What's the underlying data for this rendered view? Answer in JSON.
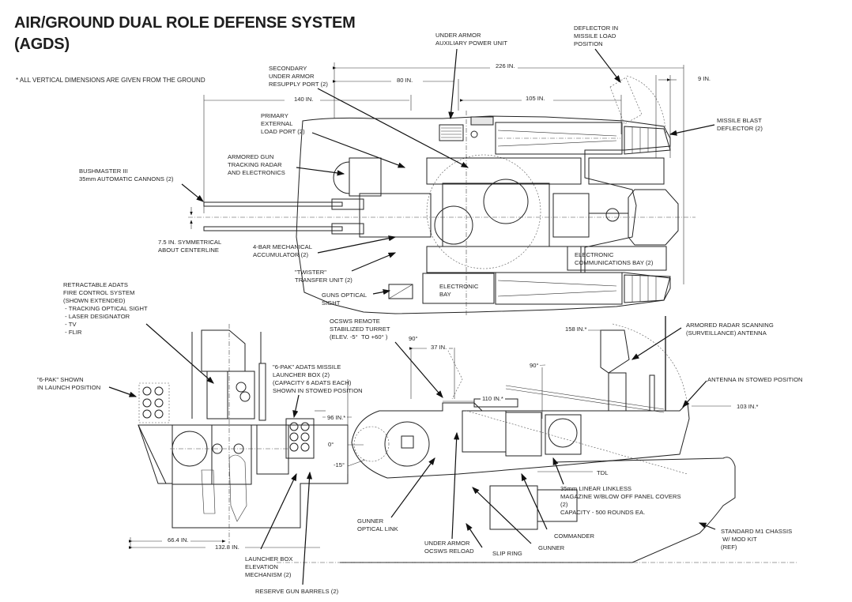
{
  "title": {
    "line1": "AIR/GROUND DUAL ROLE DEFENSE SYSTEM",
    "line2": "(AGDS)"
  },
  "note": "* ALL VERTICAL DIMENSIONS ARE GIVEN FROM THE GROUND",
  "top_view": {
    "labels": {
      "under_armor_apu": "UNDER ARMOR\nAUXILIARY POWER UNIT",
      "deflector_load": "DEFLECTOR IN\nMISSILE LOAD\nPOSITION",
      "secondary_port": "SECONDARY\nUNDER ARMOR\nRESUPPLY PORT (2)",
      "missile_blast": "MISSILE BLAST\nDEFLECTOR (2)",
      "primary_port": "PRIMARY\nEXTERNAL\nLOAD PORT (2)",
      "gun_radar": "ARMORED GUN\nTRACKING RADAR\nAND ELECTRONICS",
      "bushmaster": "BUSHMASTER III\n35mm AUTOMATIC CANNONS (2)",
      "symmetrical": "7.5 IN. SYMMETRICAL\nABOUT CENTERLINE",
      "four_bar": "4-BAR MECHANICAL\nACCUMULATOR (2)",
      "twister": "\"TWISTER\"\nTRANSFER UNIT (2)",
      "guns_optical": "GUNS OPTICAL\nSIGHT",
      "electronic_bay": "ELECTRONIC\nBAY",
      "comm_bay": "ELECTRONIC\nCOMMUNICATIONS BAY (2)"
    },
    "dimensions": {
      "d226": "226 IN.",
      "d80": "80 IN.",
      "d140": "140 IN.",
      "d105": "105 IN.",
      "d9": "9 IN."
    }
  },
  "side_views": {
    "labels": {
      "adats_fcs": "RETRACTABLE ADATS\nFIRE CONTROL SYSTEM\n(SHOWN EXTENDED)\n - TRACKING OPTICAL SIGHT\n - LASER DESIGNATOR\n - TV\n - FLIR",
      "ocsws": "OCSWS REMOTE\nSTABILIZED TURRET\n(ELEV. -5°  TO +60° )",
      "armored_radar": "ARMORED RADAR SCANNING\n(SURVEILLANCE) ANTENNA",
      "sixpak_launch": "\"6-PAK\" SHOWN\nIN LAUNCH POSITION",
      "sixpak_box": "\"6-PAK\" ADATS MISSILE\nLAUNCHER BOX (2)\n(CAPACITY 6 ADATS EACH)\nSHOWN IN STOWED POSITION",
      "antenna_stowed": "ANTENNA IN STOWED POSITION",
      "magazine": "35mm LINEAR LINKLESS\nMAGAZINE W/BLOW OFF PANEL COVERS\n(2)\nCAPACITY - 500 ROUNDS EA.",
      "tdl": "TDL",
      "gunner_optical": "GUNNER\nOPTICAL LINK",
      "commander": "COMMANDER",
      "chassis": "STANDARD M1 CHASSIS\n W/ MOD KIT\n(REF)",
      "gunner": "GUNNER",
      "under_armor_reload": "UNDER ARMOR\nOCSWS RELOAD",
      "slip_ring": "SLIP RING",
      "launcher_elev": "LAUNCHER BOX\nELEVATION\nMECHANISM (2)",
      "reserve_barrels": "RESERVE GUN BARRELS (2)"
    },
    "dimensions": {
      "d158": "158 IN.*",
      "d37": "37 IN.",
      "a90_left": "90°",
      "a90_right": "90°",
      "d110": "110 IN.*",
      "d96": "96 IN.*",
      "d103": "103 IN.*",
      "a0": "0°",
      "a_minus15": "-15°",
      "d66": "66.4 IN.",
      "d132": "132.8 IN."
    }
  }
}
